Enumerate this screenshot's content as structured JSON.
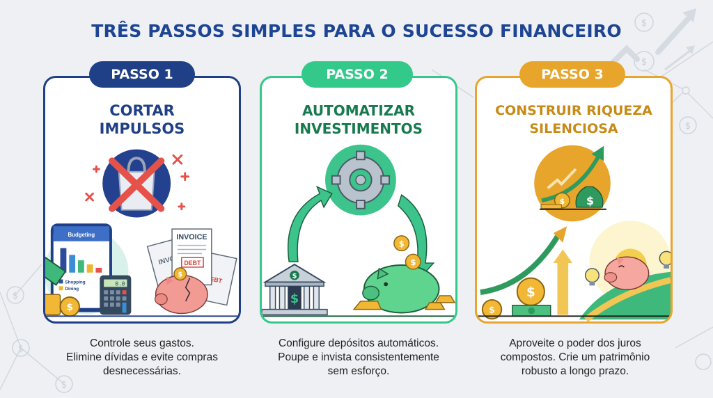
{
  "header": {
    "title": "TRÊS PASSOS SIMPLES PARA O SUCESSO FINANCEIRO"
  },
  "colors": {
    "title": "#1d4594",
    "step1": "#1f3f86",
    "step2": "#33c98a",
    "step2_text": "#177a4f",
    "step3": "#e8a52b",
    "step3_text": "#c78a16",
    "background": "#eef0f3"
  },
  "steps": [
    {
      "badge": "PASSO 1",
      "title_line1": "CORTAR",
      "title_line2": "IMPULSOS",
      "description_line1": "Controle seus gastos.",
      "description_line2": "Elimine dívidas e evite compras",
      "description_line3": "desnecessárias.",
      "illustration": {
        "icons": [
          "crossed-shopping-bag-icon",
          "phone-budget-chart-icon",
          "calculator-icon",
          "coin-stack-icon",
          "cash-icon",
          "invoice-papers-icon",
          "sad-piggy-bank-icon"
        ],
        "phone_header": "Budgeting",
        "legend": [
          "Shopping",
          "Dining"
        ],
        "calculator_display": "0.0",
        "invoice_label": "INVOICE",
        "invoice_label_partial": "INVOI",
        "debt_stamp": "DEBT",
        "debt_stamp_partial": "EBT"
      }
    },
    {
      "badge": "PASSO 2",
      "title_line1": "AUTOMATIZAR",
      "title_line2": "INVESTIMENTOS",
      "description_line1": "Configure depósitos automáticos.",
      "description_line2": "Poupe e invista consistentemente",
      "description_line3": "sem esforço.",
      "illustration": {
        "icons": [
          "gear-cycle-icon",
          "bank-icon",
          "cycle-arrow-icon",
          "green-piggy-bank-icon",
          "gold-bars-icon",
          "coin-icon"
        ],
        "currency_symbol": "$"
      }
    },
    {
      "badge": "PASSO 3",
      "title_line1": "CONSTRUIR RIQUEZA",
      "title_line2": "SILENCIOSA",
      "description_line1": "Aproveite o poder dos juros",
      "description_line2": "compostos. Crie um patrimônio",
      "description_line3": "robusto a longo prazo.",
      "illustration": {
        "icons": [
          "growth-chart-icon",
          "money-bag-icon",
          "rising-arrow-icon",
          "coin-icon",
          "banknote-icon",
          "happy-piggy-bank-icon",
          "lightbulb-icon",
          "sun-icon"
        ],
        "currency_symbol": "$"
      }
    }
  ]
}
